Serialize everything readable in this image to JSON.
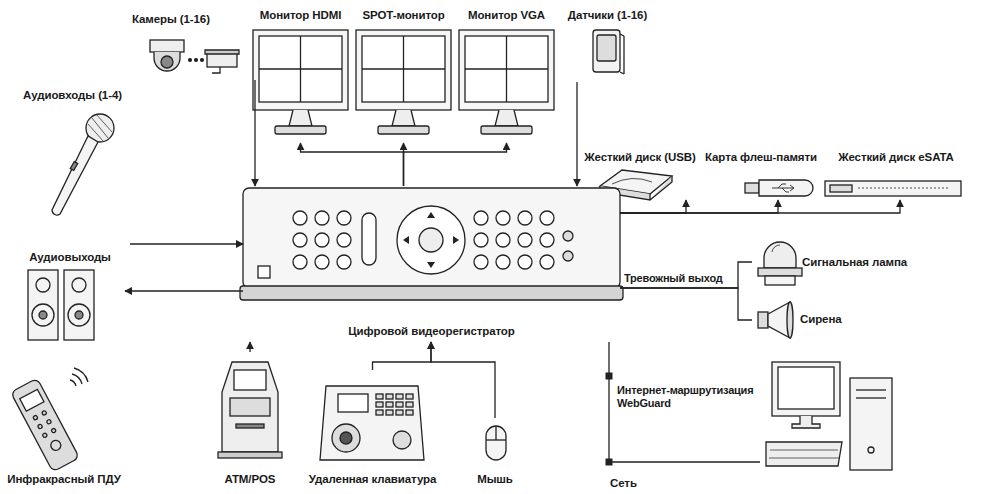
{
  "diagram": {
    "nodes": [
      {
        "text": [
          "Камеры (1-16)"
        ]
      },
      {
        "text": [
          "Монитор HDMI"
        ]
      },
      {
        "text": [
          "SPOT-монитор"
        ]
      },
      {
        "text": [
          "Монитор VGA"
        ]
      },
      {
        "text": [
          "Датчики (1-16)"
        ]
      },
      {
        "text": [
          "Аудиовходы (1-4)"
        ]
      },
      {
        "text": [
          "Жесткий диск (USB)"
        ]
      },
      {
        "text": [
          "Карта флеш-памяти"
        ]
      },
      {
        "text": [
          "Жесткий диск eSATA"
        ]
      },
      {
        "text": [
          "Аудиовыходы"
        ]
      },
      {
        "text": [
          "Цифровой видеорегистратор"
        ]
      },
      {
        "text": [
          "Сигнальная лампа"
        ]
      },
      {
        "text": [
          "Сирена"
        ]
      },
      {
        "text": [
          "Сеть"
        ]
      },
      {
        "text": [
          "Инфракрасный ПДУ"
        ]
      },
      {
        "text": [
          "ATM/POS"
        ]
      },
      {
        "text": [
          "Удаленная клавиатура"
        ]
      },
      {
        "text": [
          "Мышь"
        ]
      }
    ],
    "edges": [
      {
        "from": 0,
        "to": 10,
        "arrow": "to"
      },
      {
        "from": 10,
        "to": 1,
        "arrow": "to"
      },
      {
        "from": 10,
        "to": 2,
        "arrow": "to"
      },
      {
        "from": 10,
        "to": 3,
        "arrow": "to"
      },
      {
        "from": 4,
        "to": 10,
        "arrow": "to"
      },
      {
        "from": 5,
        "to": 10,
        "arrow": "to"
      },
      {
        "from": 10,
        "to": 6,
        "arrow": "to"
      },
      {
        "from": 10,
        "to": 7,
        "arrow": "to"
      },
      {
        "from": 10,
        "to": 8,
        "arrow": "to"
      },
      {
        "from": 10,
        "to": 9,
        "arrow": "to"
      },
      {
        "from": 10,
        "to": 11,
        "arrow": "none",
        "label": "Тревожный выход"
      },
      {
        "from": 10,
        "to": 12,
        "arrow": "none"
      },
      {
        "from": 10,
        "to": 13,
        "arrow": "none",
        "label": "Интернет-маршрутизация WebGuard"
      },
      {
        "from": 15,
        "to": 10,
        "arrow": "to"
      },
      {
        "from": 16,
        "to": 10,
        "arrow": "to"
      },
      {
        "from": 17,
        "to": 10,
        "arrow": "to"
      }
    ]
  }
}
